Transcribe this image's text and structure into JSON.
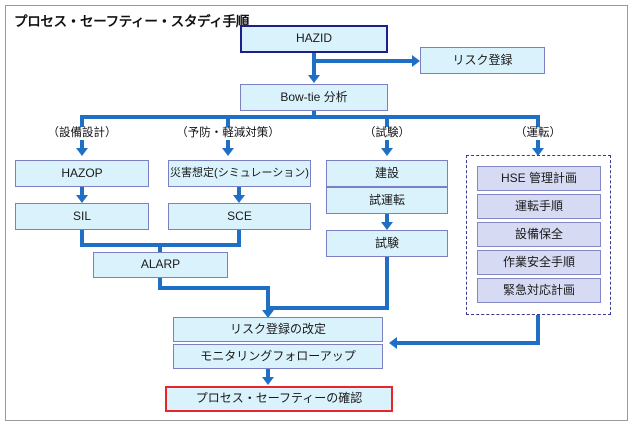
{
  "diagram": {
    "title": "プロセス・セーフティー・スタディ手順",
    "colors": {
      "box_fill": "#d9f2fb",
      "box_border": "#7b7fc4",
      "ops_fill": "#d6daf2",
      "connector": "#1f6fc4",
      "emphasis_navy": "#1d1f8c",
      "emphasis_red": "#e8252a",
      "frame_border": "#9a9a9a"
    },
    "nodes": {
      "hazid": "HAZID",
      "risk_register": "リスク登録",
      "bowtie": "Bow-tie 分析",
      "hazop": "HAZOP",
      "sil": "SIL",
      "disaster_sim": "災害想定(シミュレーション)",
      "sce": "SCE",
      "alarp": "ALARP",
      "construction": "建設",
      "commissioning": "試運転",
      "test": "試験",
      "risk_register_revision": "リスク登録の改定",
      "monitoring_followup": "モニタリングフォローアップ",
      "process_safety_confirmation": "プロセス・セーフティーの確認"
    },
    "branch_captions": {
      "design": "（設備設計）",
      "prevention": "（予防・軽減対策）",
      "test": "（試験）",
      "operation": "（運転）"
    },
    "operation_group": [
      "HSE 管理計画",
      "運転手順",
      "設備保全",
      "作業安全手順",
      "緊急対応計画"
    ]
  }
}
